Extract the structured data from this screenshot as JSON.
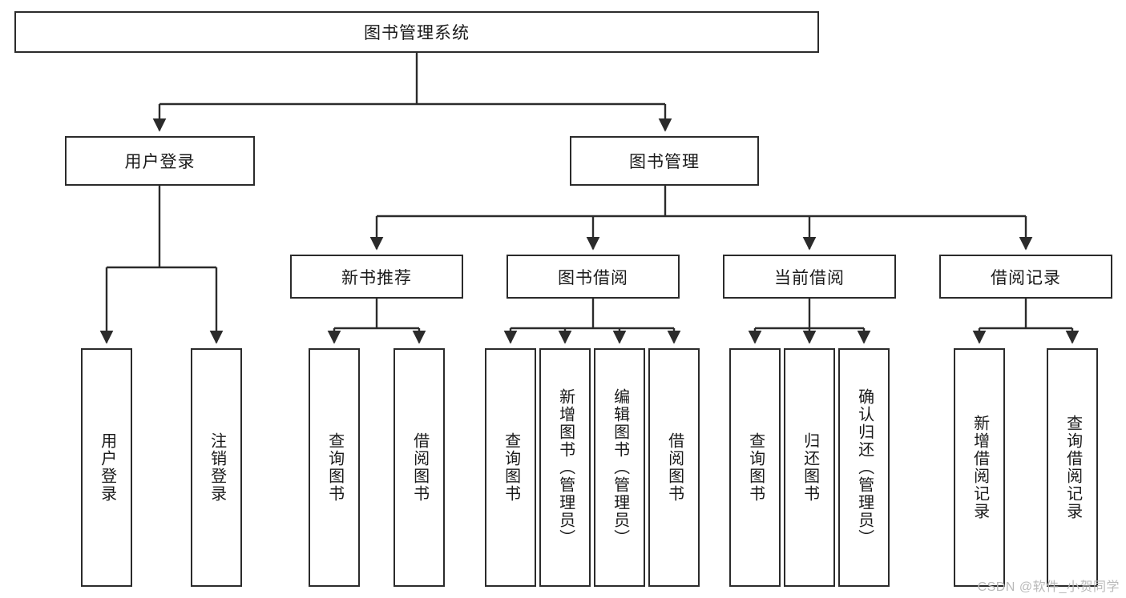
{
  "diagram": {
    "title": "图书管理系统",
    "type": "hierarchy-tree",
    "root": {
      "label": "图书管理系统"
    },
    "level2": [
      {
        "label": "用户登录"
      },
      {
        "label": "图书管理"
      }
    ],
    "level3": [
      {
        "label": "新书推荐"
      },
      {
        "label": "图书借阅"
      },
      {
        "label": "当前借阅"
      },
      {
        "label": "借阅记录"
      }
    ],
    "leaves": {
      "user_login": [
        {
          "label": "用户登录"
        },
        {
          "label": "注销登录"
        }
      ],
      "new_book_recommend": [
        {
          "label": "查询图书"
        },
        {
          "label": "借阅图书"
        }
      ],
      "book_borrow": [
        {
          "label": "查询图书"
        },
        {
          "label": "新增图书（管理员）"
        },
        {
          "label": "编辑图书（管理员）"
        },
        {
          "label": "借阅图书"
        }
      ],
      "current_borrow": [
        {
          "label": "查询图书"
        },
        {
          "label": "归还图书"
        },
        {
          "label": "确认归还（管理员）"
        }
      ],
      "borrow_record": [
        {
          "label": "新增借阅记录"
        },
        {
          "label": "查询借阅记录"
        }
      ]
    }
  },
  "watermark": {
    "text": "CSDN @软件_小贺同学"
  },
  "colors": {
    "stroke": "#2b2b2b",
    "text": "#1a1a1a",
    "background": "#ffffff",
    "watermark": "#b9b9b9"
  }
}
